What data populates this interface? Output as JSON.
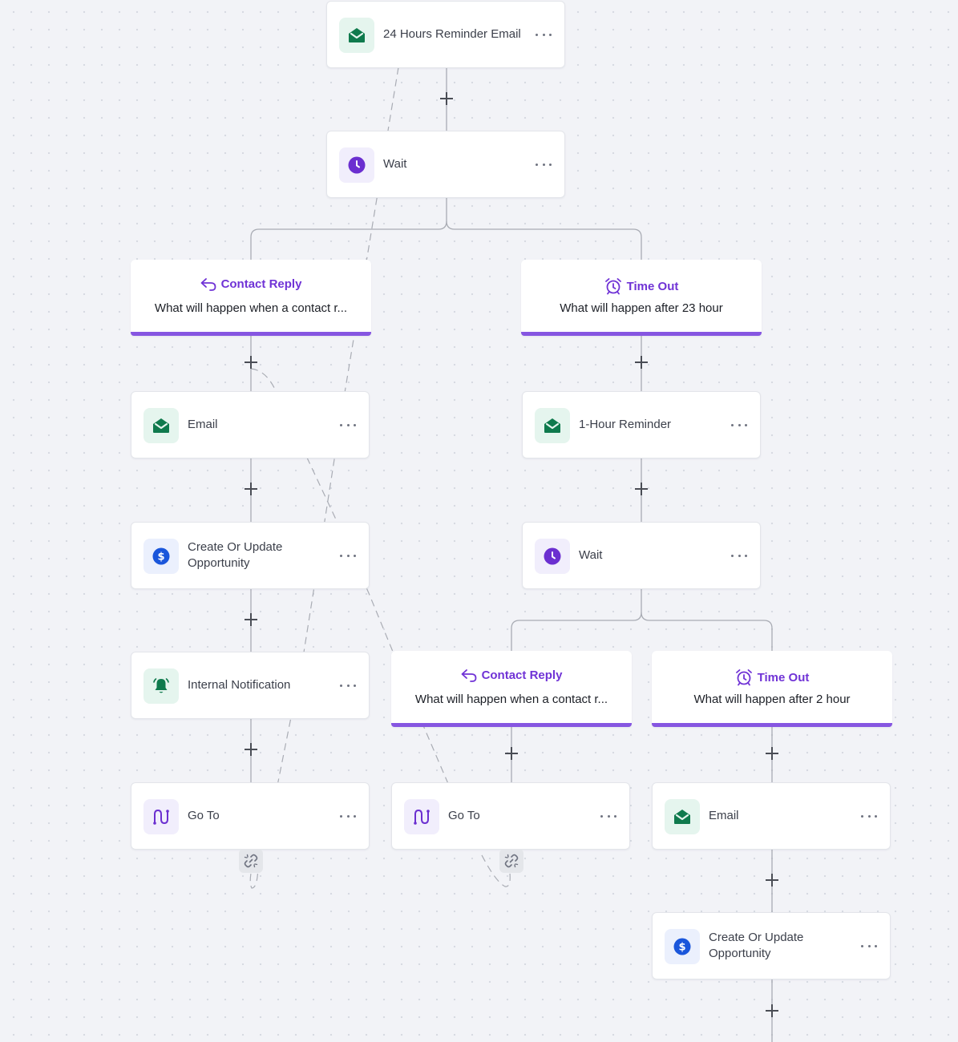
{
  "colors": {
    "accent_purple": "#7033d6",
    "branch_bar": "#8656e1",
    "email_green": "#0f7a4d",
    "wait_purple": "#6b2fd0",
    "opportunity_blue": "#1a56db"
  },
  "nodes": {
    "reminder_24h": {
      "label": "24 Hours Reminder Email",
      "icon": "email-icon"
    },
    "wait_top": {
      "label": "Wait",
      "icon": "clock-icon"
    },
    "email_left": {
      "label": "Email",
      "icon": "email-icon"
    },
    "opportunity_left": {
      "label": "Create Or Update Opportunity",
      "icon": "dollar-icon"
    },
    "notification_left": {
      "label": "Internal Notification",
      "icon": "bell-icon"
    },
    "goto_left": {
      "label": "Go To",
      "icon": "goto-icon"
    },
    "reminder_1h": {
      "label": "1-Hour Reminder",
      "icon": "email-icon"
    },
    "wait_right": {
      "label": "Wait",
      "icon": "clock-icon"
    },
    "goto_mid": {
      "label": "Go To",
      "icon": "goto-icon"
    },
    "email_right": {
      "label": "Email",
      "icon": "email-icon"
    },
    "opportunity_right": {
      "label": "Create Or Update Opportunity",
      "icon": "dollar-icon"
    }
  },
  "branches": {
    "contact_reply_1": {
      "title": "Contact Reply",
      "subtitle": "What will happen when a contact r...",
      "icon": "reply-icon"
    },
    "timeout_1": {
      "title": "Time Out",
      "subtitle": "What will happen after 23 hour",
      "icon": "alarm-clock-icon"
    },
    "contact_reply_2": {
      "title": "Contact Reply",
      "subtitle": "What will happen when a contact r...",
      "icon": "reply-icon"
    },
    "timeout_2": {
      "title": "Time Out",
      "subtitle": "What will happen after 2 hour",
      "icon": "alarm-clock-icon"
    }
  }
}
